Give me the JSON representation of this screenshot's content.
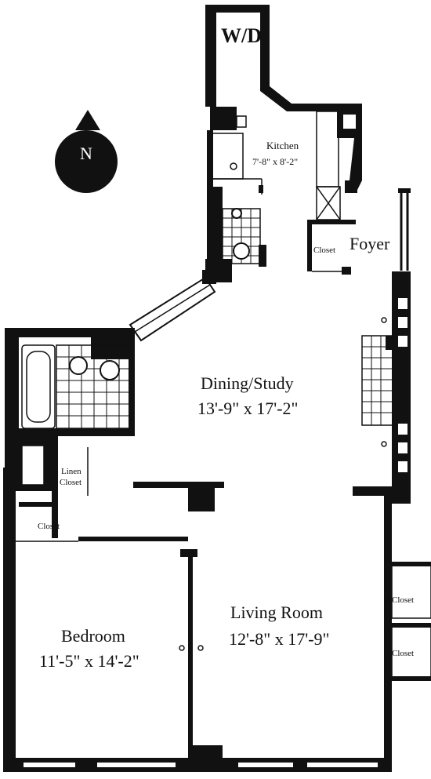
{
  "labels": {
    "washer_dryer": "W/D",
    "kitchen": "Kitchen",
    "kitchen_dims": "7'-8\" x 8'-2\"",
    "closet_foyer": "Closet",
    "foyer": "Foyer",
    "dining": "Dining/Study",
    "dining_dims": "13'-9\" x 17'-2\"",
    "linen_1": "Linen",
    "linen_2": "Closet",
    "closet_small": "Closet",
    "closet_right_1": "Closet",
    "closet_right_2": "Closet",
    "bedroom": "Bedroom",
    "bedroom_dims": "11'-5\" x 14'-2\"",
    "living": "Living Room",
    "living_dims": "12'-8\" x 17'-9\"",
    "compass": "N"
  },
  "colors": {
    "ink": "#111111",
    "paper": "#ffffff"
  }
}
